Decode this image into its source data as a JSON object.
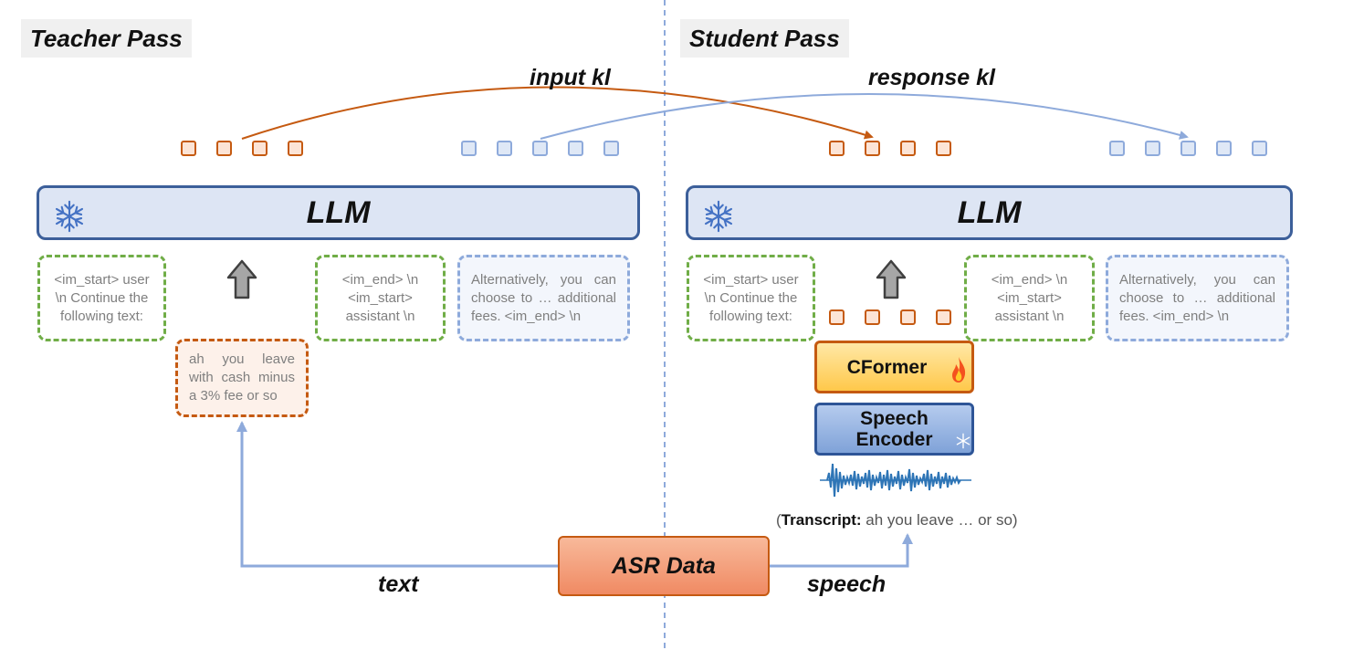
{
  "teacher": {
    "title": "Teacher Pass",
    "llm_label": "LLM",
    "prompt_prefix": [
      "<im_start> user",
      "\\n Continue the",
      "following text:"
    ],
    "prompt_suffix": [
      "<im_end> \\n",
      "<im_start>",
      "assistant \\n"
    ],
    "response": [
      "Alternatively, you can",
      "choose to … additional",
      "fees. <im_end> \\n"
    ],
    "transcript_box": [
      "ah you leave",
      "with cash minus",
      "a 3% fee or so"
    ]
  },
  "student": {
    "title": "Student Pass",
    "llm_label": "LLM",
    "prompt_prefix": [
      "<im_start> user",
      "\\n Continue the",
      "following text:"
    ],
    "prompt_suffix": [
      "<im_end> \\n",
      "<im_start>",
      "assistant \\n"
    ],
    "response": [
      "Alternatively, you can",
      "choose to … additional",
      "fees. <im_end> \\n"
    ],
    "cformer_label": "CFormer",
    "encoder_label_line1": "Speech",
    "encoder_label_line2": "Encoder",
    "transcript_open": "(",
    "transcript_key": "Transcript:",
    "transcript_value": " ah you leave … or so)"
  },
  "edges": {
    "input_kl": "input kl",
    "response_kl": "response kl",
    "text": "text",
    "speech": "speech"
  },
  "source": {
    "label": "ASR Data"
  },
  "colors": {
    "orange": "#c55a11",
    "blue_light": "#8eaadb",
    "llm_border": "#3c5f9a",
    "green": "#70ad47",
    "wave": "#2e75b6"
  },
  "icons": [
    "snowflake-icon",
    "flame-icon",
    "up-arrow-icon",
    "waveform-icon"
  ]
}
